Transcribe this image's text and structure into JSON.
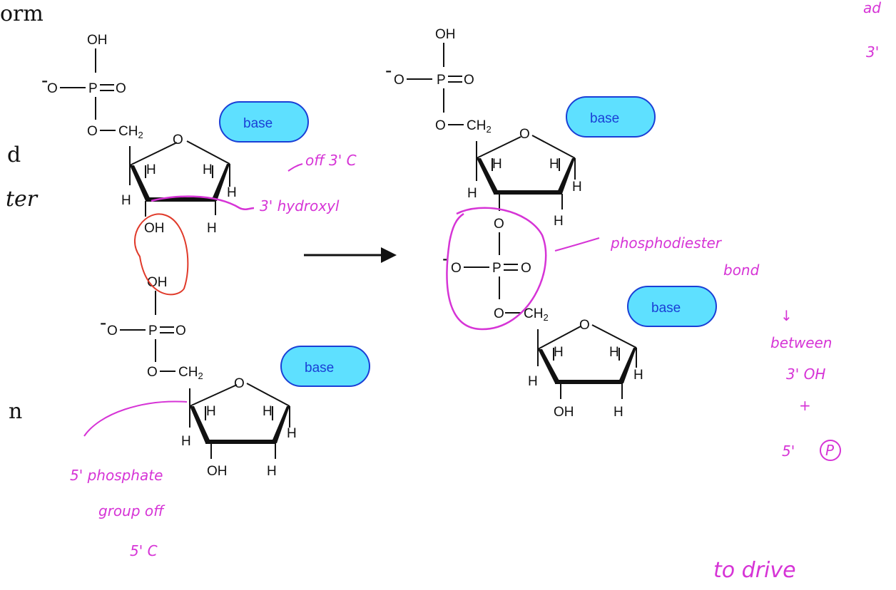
{
  "left_text": [
    "orm",
    "d",
    "ter",
    "n"
  ],
  "nucleotide": {
    "OH": "OH",
    "O_minus": "O",
    "minus": "-",
    "P": "P",
    "O": "O",
    "CH": "CH",
    "sub2": "2",
    "H": "H",
    "base": "base"
  },
  "annotations": {
    "off_3c": "off 3' C",
    "hydroxyl": "3' hydroxyl",
    "phosphodiester": "phosphodiester",
    "bond": "bond",
    "down_arrow": "↓",
    "between": "between",
    "three_oh": "3' OH",
    "and": "+",
    "five_p": "5'",
    "p_circle": "P",
    "five_phosphate": "5' phosphate",
    "group_off": "group off",
    "five_c": "5' C",
    "top_right_1": "ad",
    "top_right_2": "3'",
    "bottom": "to drive"
  },
  "colors": {
    "base_fill": "#5ee0ff",
    "base_stroke": "#1a3fd6",
    "annotation": "#d634d6",
    "circle_red": "#e03a2a"
  }
}
